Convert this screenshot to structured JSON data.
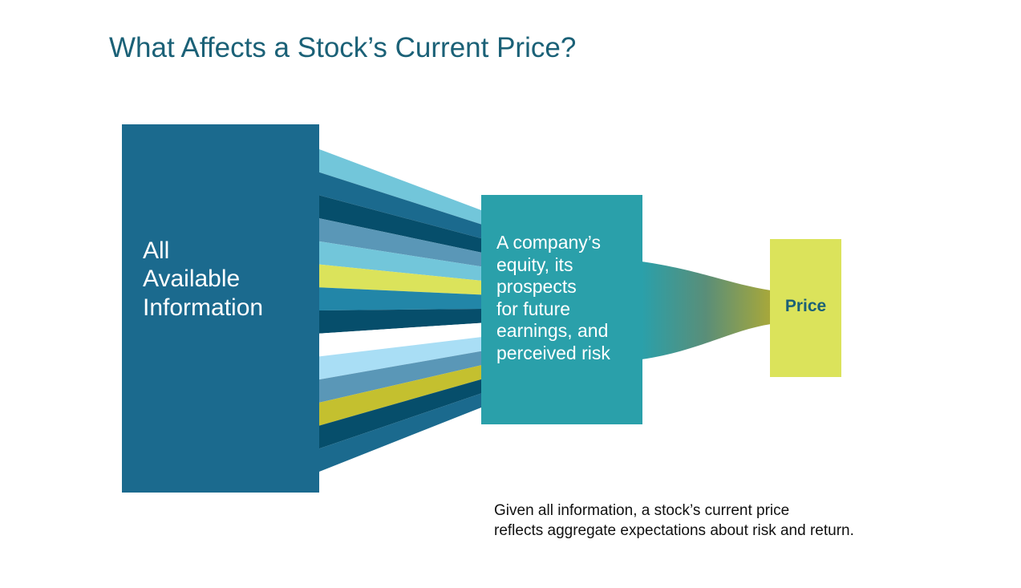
{
  "title": "What Affects a Stock’s Current Price?",
  "boxes": {
    "all_info": {
      "lines": [
        "All",
        "Available",
        "Information"
      ]
    },
    "company": {
      "lines": [
        "A company’s",
        "equity, its",
        "prospects",
        "for future",
        "earnings, and",
        "perceived risk"
      ]
    },
    "price": {
      "label": "Price"
    }
  },
  "caption": {
    "lines": [
      "Given all information, a stock’s current price",
      "reflects aggregate expectations about risk and return."
    ]
  },
  "colors": {
    "title": "#1b6177",
    "box_all": "#1b6a8e",
    "box_company": "#2aa0aa",
    "box_price": "#dbe35b",
    "price_text": "#1b6177",
    "streams": [
      "#72c6da",
      "#1b6a8e",
      "#064e6b",
      "#5a97b7",
      "#72c6da",
      "#dbe35b",
      "#2286a8",
      "#064e6b",
      "#ffffff",
      "#a9def5",
      "#5a97b7",
      "#c4c02f",
      "#064e6b",
      "#1b6a8e"
    ]
  }
}
